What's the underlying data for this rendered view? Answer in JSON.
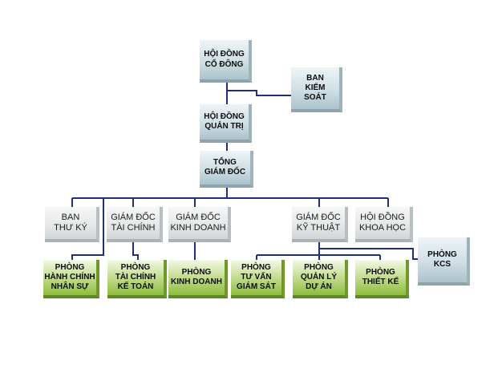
{
  "colors": {
    "connector": "#1f2f7a",
    "box_blue": "#cfdfe5",
    "box_gray": "#e4e7e8",
    "box_green": "#a6cc5a"
  },
  "nodes": {
    "hdcd": "HỘI ĐỒNG\nCỔ ĐÔNG",
    "bks": "BAN\nKIỂM\nSOÁT",
    "hdqt": "HỘI ĐỒNG\nQUẢN TRỊ",
    "tgd": "TỔNG\nGIÁM ĐỐC",
    "btk": "BAN\nTHƯ KÝ",
    "gdtc": "GIÁM ĐỐC\nTÀI CHÍNH",
    "gdkd": "GIÁM ĐỐC\nKINH DOANH",
    "gdkt": "GIÁM ĐỐC\nKỸ THUẬT",
    "hdkh": "HỘI ĐỒNG\nKHOA HỌC",
    "kcs": "PHÒNG\nKCS",
    "phcns": "PHÒNG\nHÀNH CHÍNH\nNHÂN SỰ",
    "ptckt": "PHÒNG\nTÀI CHÍNH\nKẾ TOÁN",
    "pkd": "PHÒNG\nKINH DOANH",
    "ptvgs": "PHÒNG\nTƯ VẤN\nGIÁM SÁT",
    "pqlda": "PHÒNG\nQUẢN LÝ\nDỰ ÁN",
    "ptk": "PHÒNG\nTHIẾT KẾ"
  }
}
